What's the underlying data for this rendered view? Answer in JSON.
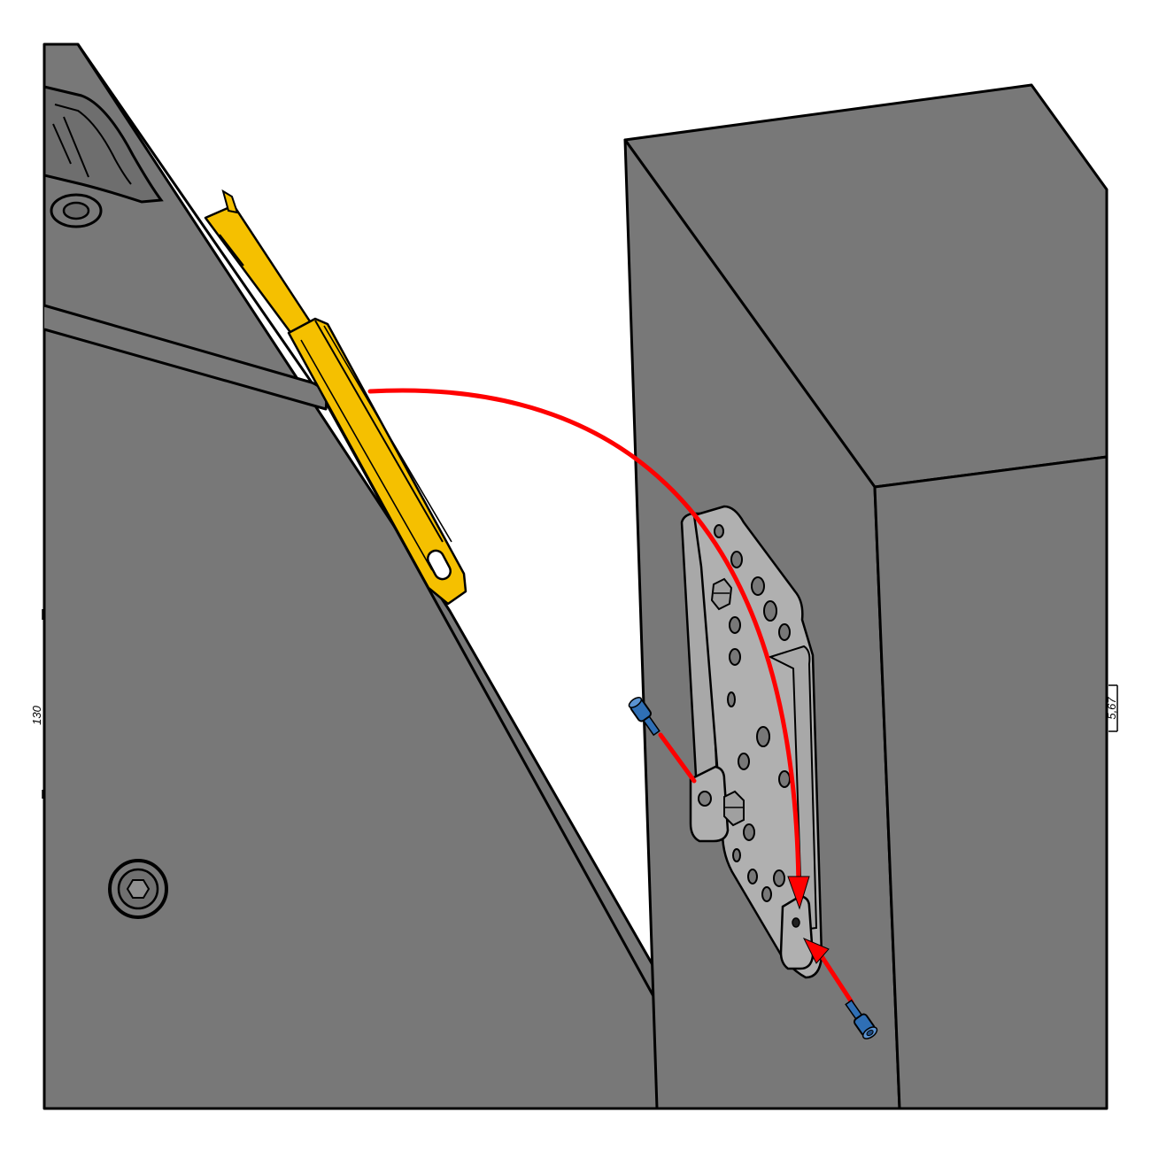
{
  "colors": {
    "panel": "#787878",
    "outline": "#000000",
    "yellow_bracket": "#f5c000",
    "metal_plate": "#b0b0b0",
    "arrow": "#ff0000",
    "screw": "#2f6fb5",
    "background": "#ffffff"
  },
  "icons": {
    "arrow_head": "triangle",
    "hex_socket": "hexagon"
  },
  "dimensions": {
    "left_value": "130",
    "right_value": "5,67"
  }
}
